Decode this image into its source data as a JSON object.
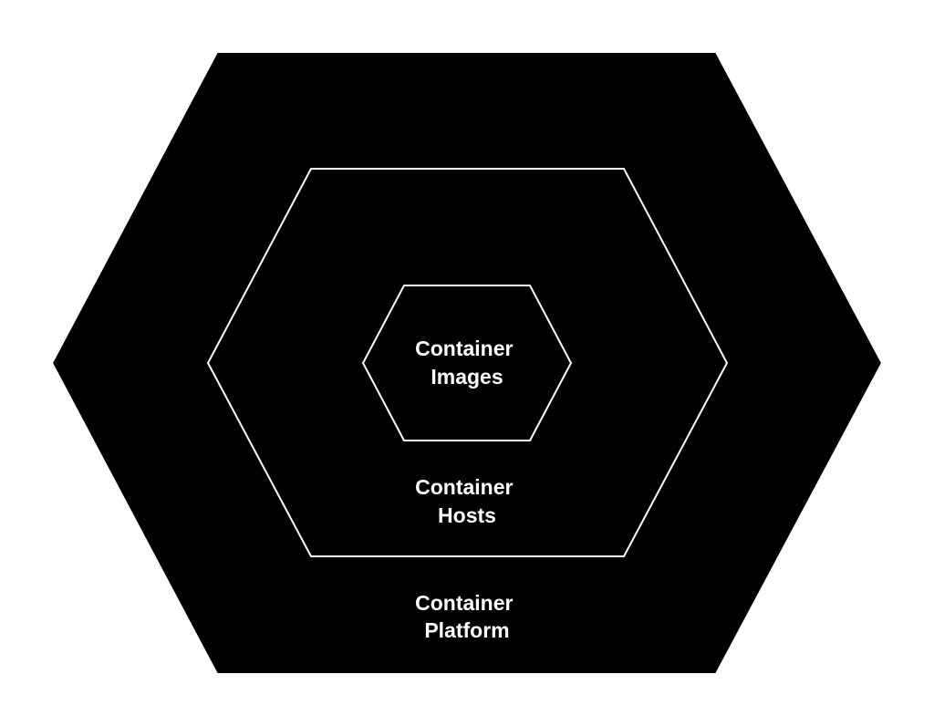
{
  "diagram": {
    "background_color": "#ffffff",
    "hex_fill": "#000000",
    "hex_stroke": "#ffffff",
    "text_color": "#ffffff",
    "layers": [
      {
        "id": "platform",
        "line1": "Container",
        "line2": "Platform"
      },
      {
        "id": "hosts",
        "line1": "Container",
        "line2": "Hosts"
      },
      {
        "id": "images",
        "line1": "Container",
        "line2": "Images"
      }
    ]
  }
}
